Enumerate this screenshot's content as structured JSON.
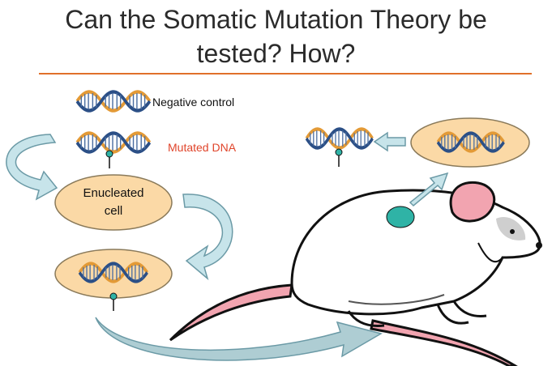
{
  "slide": {
    "title_line1": "Can the Somatic Mutation Theory be",
    "title_line2": "tested? How?",
    "rule_color": "#e0702a"
  },
  "labels": {
    "negative_control": "Negative control",
    "mutated_dna": "Mutated DNA",
    "mutated_dna_color": "#e0442a",
    "cell_line1": "Enucleated",
    "cell_line2": "cell"
  },
  "icons": [
    "dna-helix-icon",
    "mutation-marker-icon",
    "mouse-illustration",
    "tumor-spot"
  ],
  "colors": {
    "cell_fill": "#fbd9a6",
    "arrow_fill": "#c7e4ea",
    "arrow_stroke": "#6b9aa6",
    "tumor": "#2fb3a6",
    "helix_orange": "#e39a36",
    "helix_blue": "#2b4f86"
  }
}
